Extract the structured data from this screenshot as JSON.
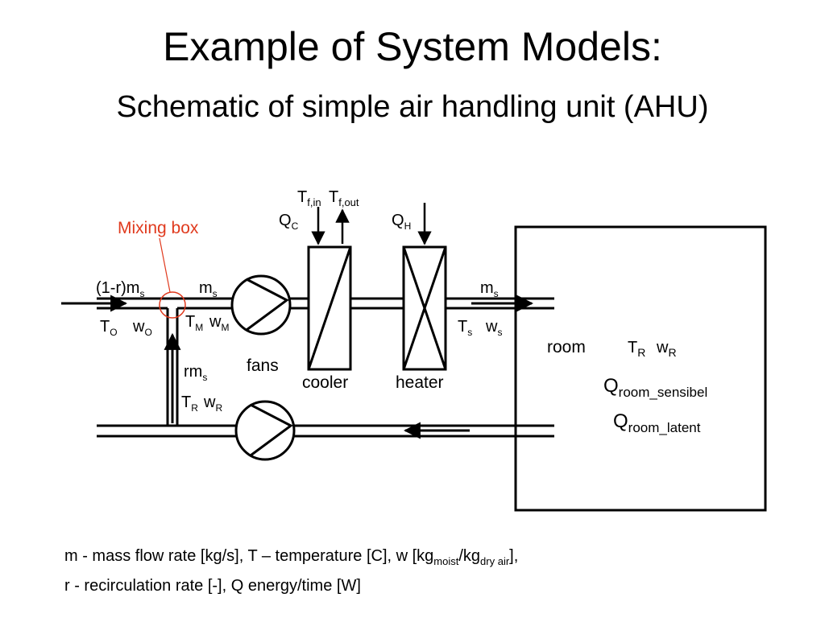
{
  "title": "Example of System Models:",
  "subtitle": "Schematic of simple air handling unit (AHU)",
  "diagram": {
    "mixing_box_label": "Mixing box",
    "outdoor_flow": {
      "main": "(1-r)m",
      "sub": "s"
    },
    "supply_flow_fan": {
      "main": "m",
      "sub": "s"
    },
    "supply_flow_room": {
      "main": "m",
      "sub": "s"
    },
    "outdoor_temp": {
      "main": "T",
      "sub": "O"
    },
    "outdoor_humidity": {
      "main": "w",
      "sub": "O"
    },
    "mixed_temp": {
      "main": "T",
      "sub": "M"
    },
    "mixed_humidity": {
      "main": "w",
      "sub": "M"
    },
    "recirc_flow": {
      "main": "rm",
      "sub": "s"
    },
    "return_temp": {
      "main": "T",
      "sub": "R"
    },
    "return_humidity": {
      "main": "w",
      "sub": "R"
    },
    "fans_label": "fans",
    "cooler_label": "cooler",
    "heater_label": "heater",
    "cooler_heat": {
      "main": "Q",
      "sub": "C"
    },
    "fluid_in": {
      "main": "T",
      "sub": "f,in"
    },
    "fluid_out": {
      "main": "T",
      "sub": "f,out"
    },
    "heater_heat": {
      "main": "Q",
      "sub": "H"
    },
    "supply_temp": {
      "main": "T",
      "sub": "s"
    },
    "supply_humidity": {
      "main": "w",
      "sub": "s"
    },
    "room_label": "room",
    "room_temp": {
      "main": "T",
      "sub": "R"
    },
    "room_humidity": {
      "main": "w",
      "sub": "R"
    },
    "room_sensible": {
      "main": "Q",
      "sub": "room_sensibel"
    },
    "room_latent": {
      "main": "Q",
      "sub": "room_latent"
    }
  },
  "colors": {
    "mixing_box": "#e03a1e",
    "line": "#000000"
  },
  "footnote": {
    "line1_a": "m - mass flow rate [kg/s], T – temperature [C], w [kg",
    "line1_sub1": "moist",
    "line1_b": "/kg",
    "line1_sub2": "dry air",
    "line1_c": "],",
    "line2": "r - recirculation rate [-], Q energy/time [W]"
  }
}
